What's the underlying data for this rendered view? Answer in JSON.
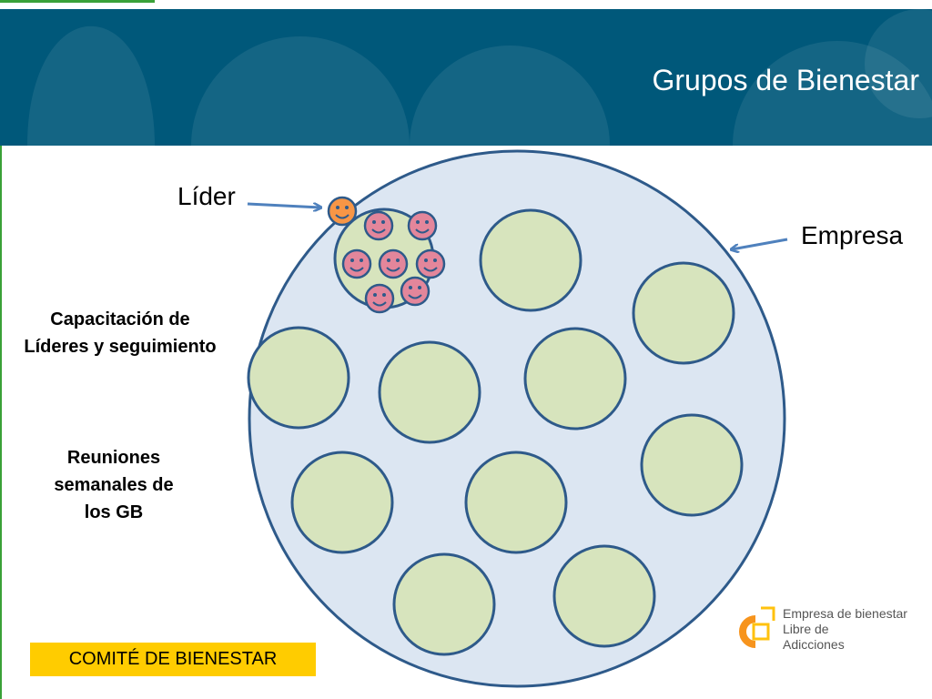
{
  "title": "Grupos de Bienestar",
  "labels": {
    "lider": "Líder",
    "empresa": "Empresa",
    "capacitacion": "Capacitación de Líderes y seguimiento",
    "reuniones": "Reuniones semanales de los GB",
    "comite": "COMITÉ DE BIENESTAR"
  },
  "logo": {
    "line1": "Empresa de bienestar",
    "line2": "Libre de",
    "line3": "Adicciones"
  },
  "colors": {
    "header": "#00587a",
    "company_fill": "#dce6f2",
    "company_stroke": "#2e5a8a",
    "group_fill": "#d7e4bd",
    "group_stroke": "#2e5a8a",
    "member_face": "#e3869b",
    "leader_face": "#f79646",
    "arrow": "#4f81bd",
    "comite_box": "#ffcc00",
    "logo_orange": "#f7941d",
    "logo_yellow": "#ffc20e"
  }
}
